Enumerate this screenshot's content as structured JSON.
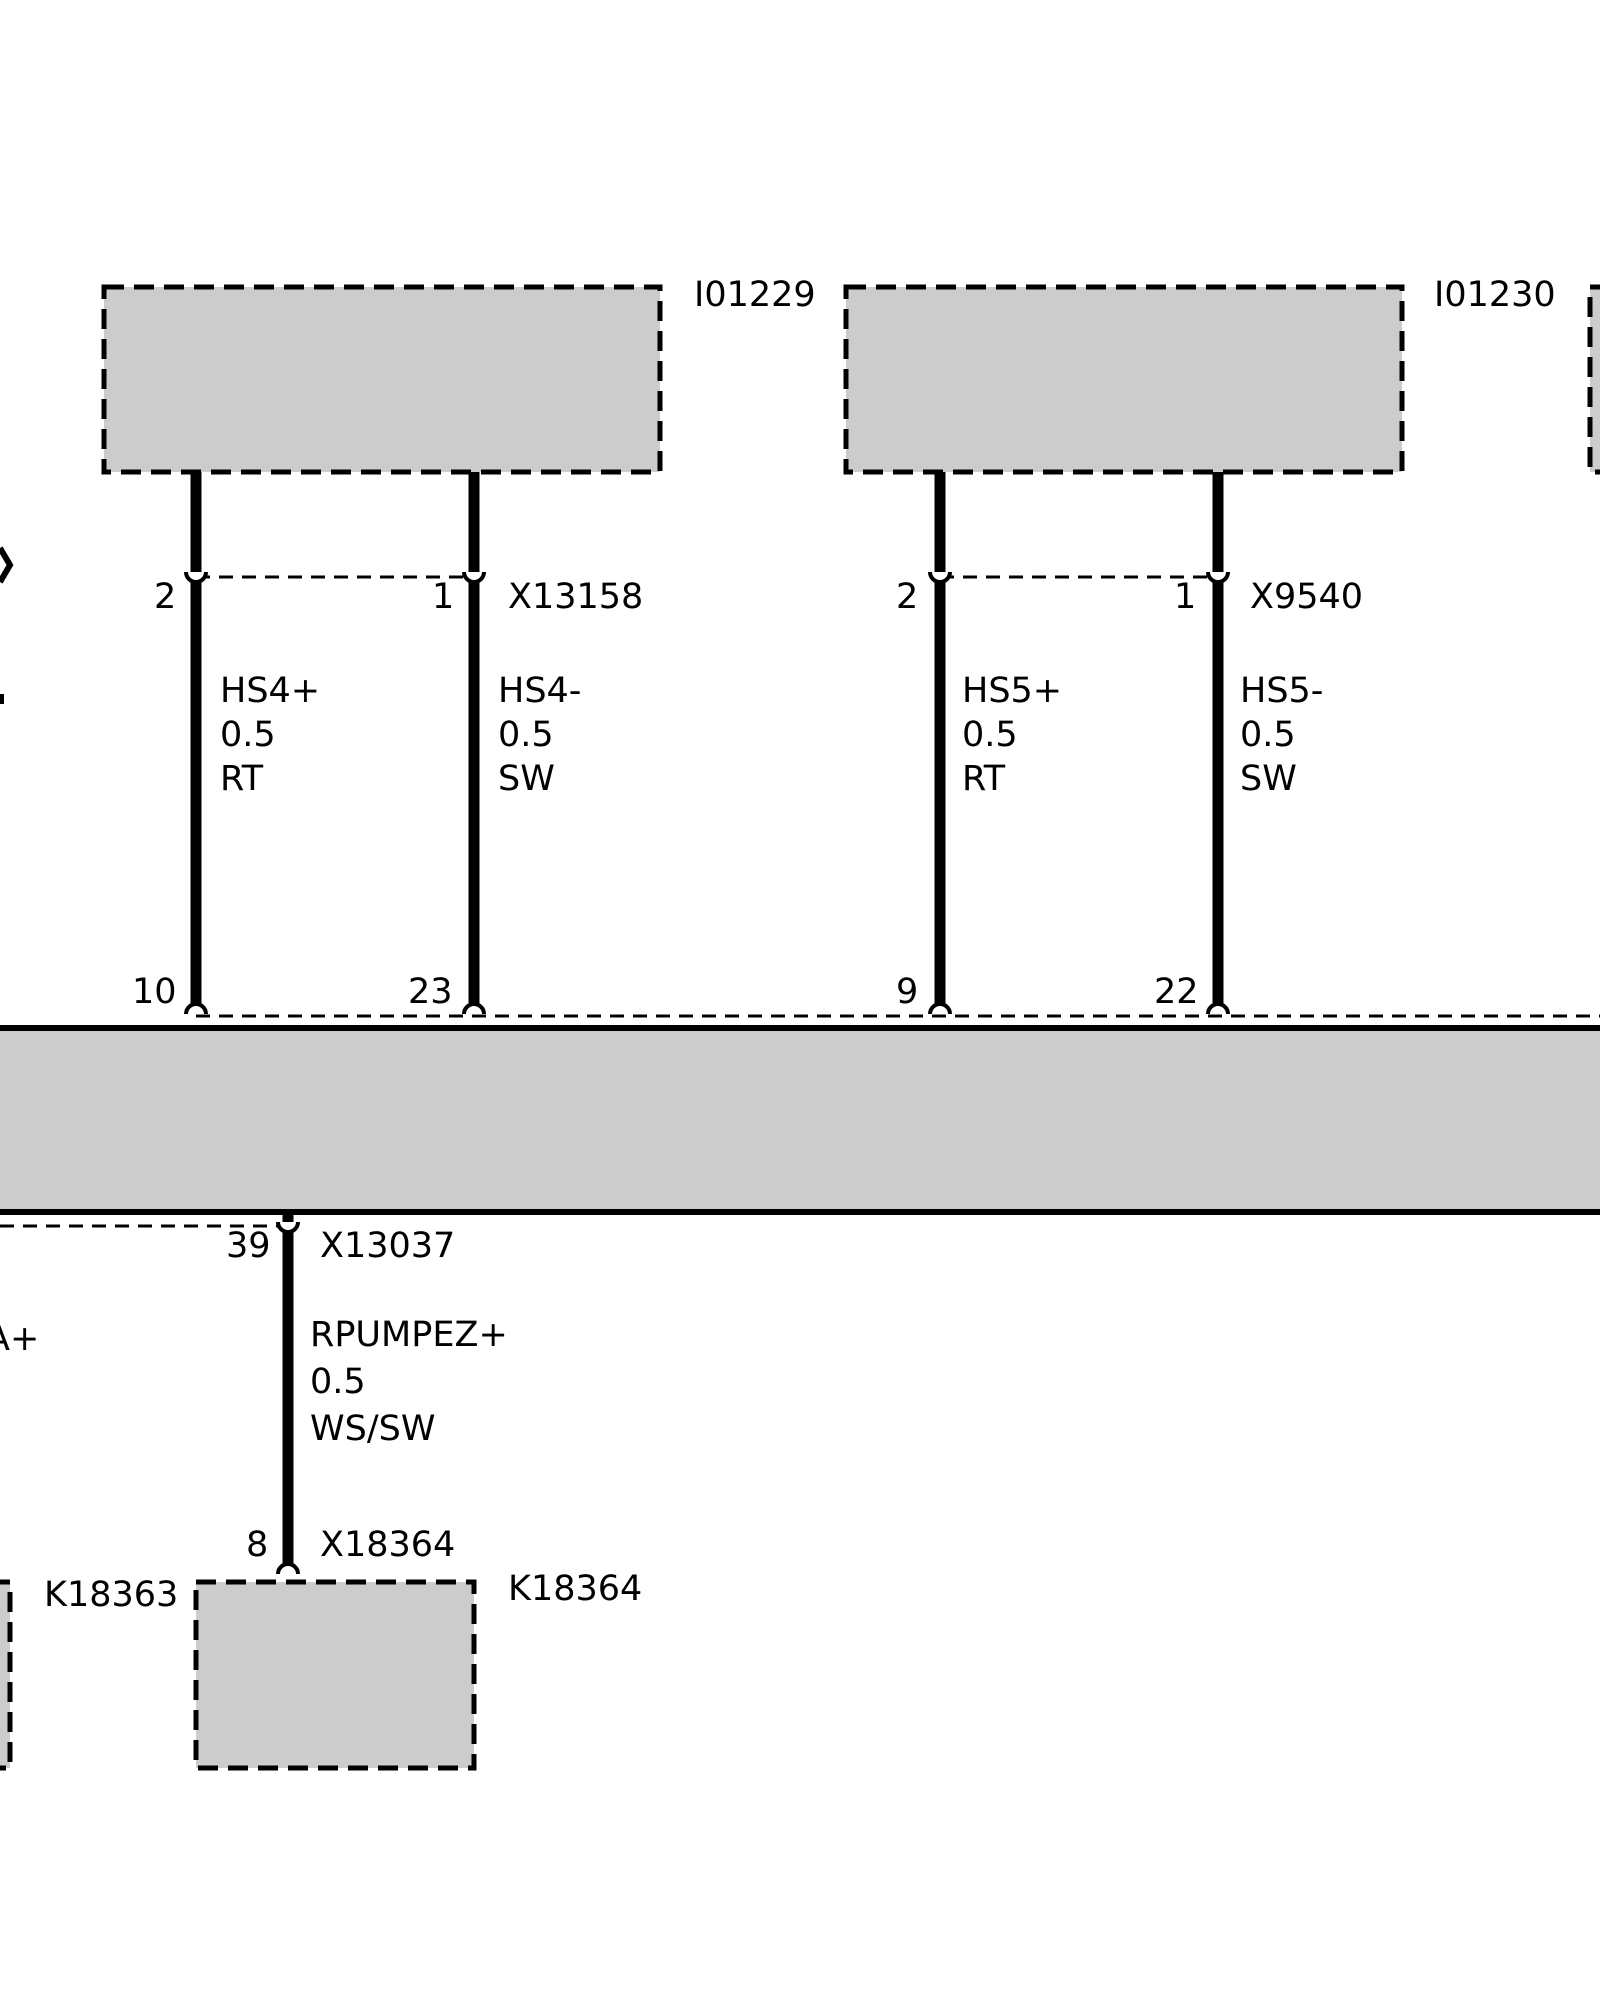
{
  "components": {
    "top_left": "I01229",
    "top_right": "I01230",
    "bottom_left": "K18363",
    "bottom_right": "K18364"
  },
  "connectors": {
    "c1": "X13158",
    "c2": "X9540",
    "c3": "X13037",
    "c4": "X18364"
  },
  "pins": {
    "p_c1_left": "2",
    "p_c1_right": "1",
    "p_c2_left": "2",
    "p_c2_right": "1",
    "p_bus_1": "10",
    "p_bus_2": "23",
    "p_bus_3": "9",
    "p_bus_4": "22",
    "p_c3": "39",
    "p_c4": "8"
  },
  "wires": [
    {
      "signal": "HS4+",
      "size": "0.5",
      "color": "RT"
    },
    {
      "signal": "HS4-",
      "size": "0.5",
      "color": "SW"
    },
    {
      "signal": "HS5+",
      "size": "0.5",
      "color": "RT"
    },
    {
      "signal": "HS5-",
      "size": "0.5",
      "color": "SW"
    },
    {
      "signal": "RPUMPEZ+",
      "size": "0.5",
      "color": "WS/SW"
    }
  ],
  "partial": {
    "left_wire_signal": "A+"
  }
}
